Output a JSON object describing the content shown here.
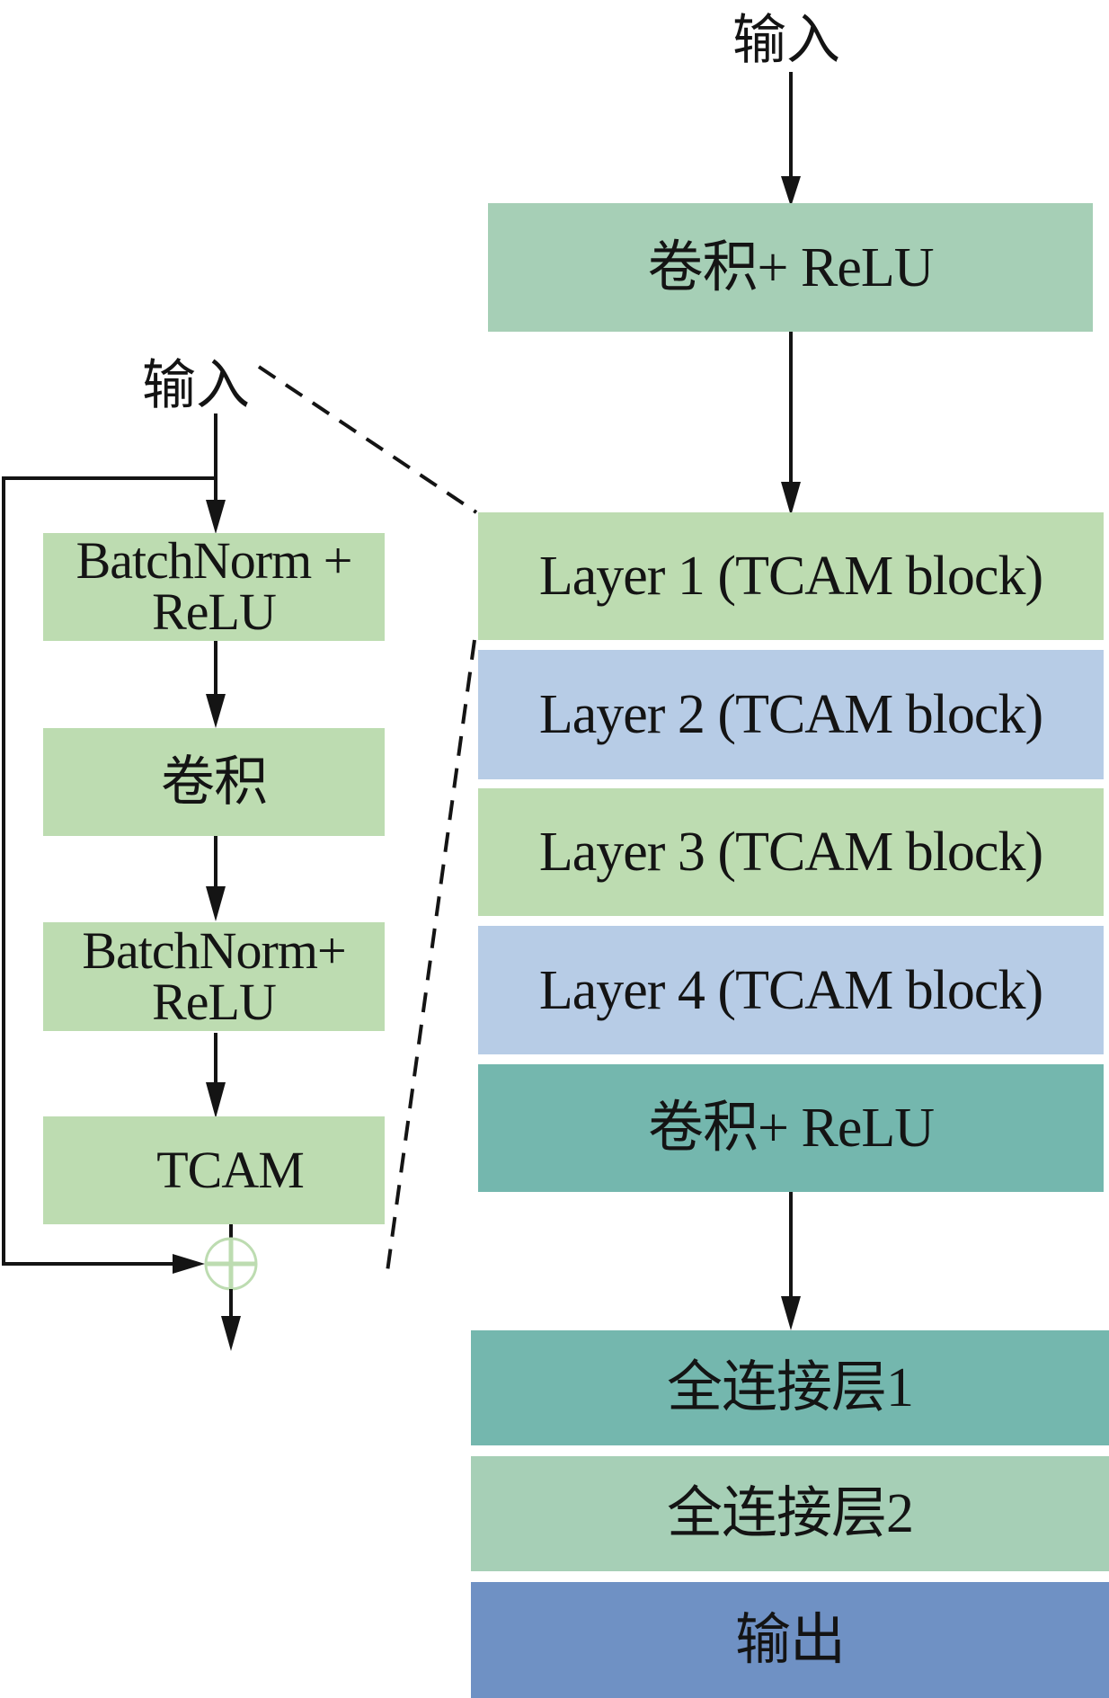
{
  "colors": {
    "light_green": "#bddcb1",
    "mint_green": "#a6cfb6",
    "light_blue": "#b7cce6",
    "teal": "#74b7ae",
    "blue": "#6f91c4",
    "plus_circle": "#bddcb1",
    "line": "#141414"
  },
  "main_network": {
    "input_label": "输入",
    "blocks": [
      {
        "id": "conv-relu-1",
        "label": "卷积+ ReLU",
        "color": "#a6cfb6"
      },
      {
        "id": "layer-1",
        "label": "Layer 1 (TCAM block)",
        "color": "#bddcb1"
      },
      {
        "id": "layer-2",
        "label": "Layer 2 (TCAM block)",
        "color": "#b7cce6"
      },
      {
        "id": "layer-3",
        "label": "Layer 3 (TCAM block)",
        "color": "#bddcb1"
      },
      {
        "id": "layer-4",
        "label": "Layer 4 (TCAM block)",
        "color": "#b7cce6"
      },
      {
        "id": "conv-relu-2",
        "label": "卷积+ ReLU",
        "color": "#74b7ae"
      },
      {
        "id": "fc-1",
        "label": "全连接层1",
        "color": "#74b7ae"
      },
      {
        "id": "fc-2",
        "label": "全连接层2",
        "color": "#a6cfb6"
      },
      {
        "id": "output",
        "label": "输出",
        "color": "#6f91c4"
      }
    ]
  },
  "tcam_block_detail": {
    "input_label": "输入",
    "blocks": [
      {
        "id": "batchnorm-relu-1",
        "line1": "BatchNorm +",
        "line2": "ReLU"
      },
      {
        "id": "conv",
        "line1": "卷积",
        "line2": ""
      },
      {
        "id": "batchnorm-relu-2",
        "line1": "BatchNorm+",
        "line2": "ReLU"
      },
      {
        "id": "tcam",
        "line1": "TCAM",
        "line2": ""
      }
    ],
    "merge_symbol": "⊕",
    "skip_connection": true
  }
}
